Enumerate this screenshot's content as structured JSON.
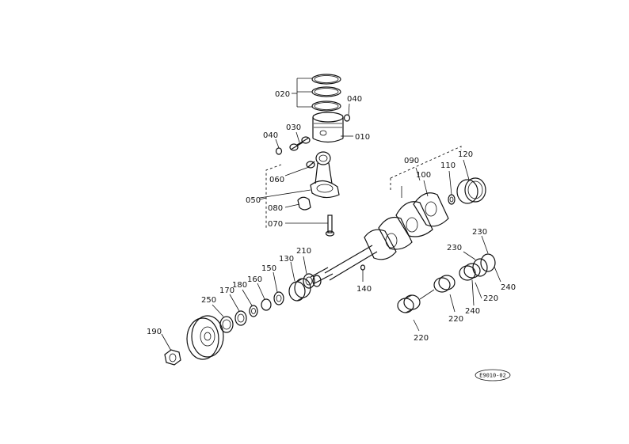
{
  "callouts": {
    "c010": "010",
    "c020": "020",
    "c030": "030",
    "c040a": "040",
    "c040b": "040",
    "c050": "050",
    "c060": "060",
    "c070": "070",
    "c080": "080",
    "c090": "090",
    "c100": "100",
    "c110": "110",
    "c120": "120",
    "c130": "130",
    "c140": "140",
    "c150": "150",
    "c160": "160",
    "c170": "170",
    "c180": "180",
    "c190": "190",
    "c210": "210",
    "c220a": "220",
    "c220b": "220",
    "c220c": "220",
    "c230a": "230",
    "c230b": "230",
    "c240a": "240",
    "c240b": "240",
    "c250": "250"
  },
  "reference_code": "E9010-02"
}
